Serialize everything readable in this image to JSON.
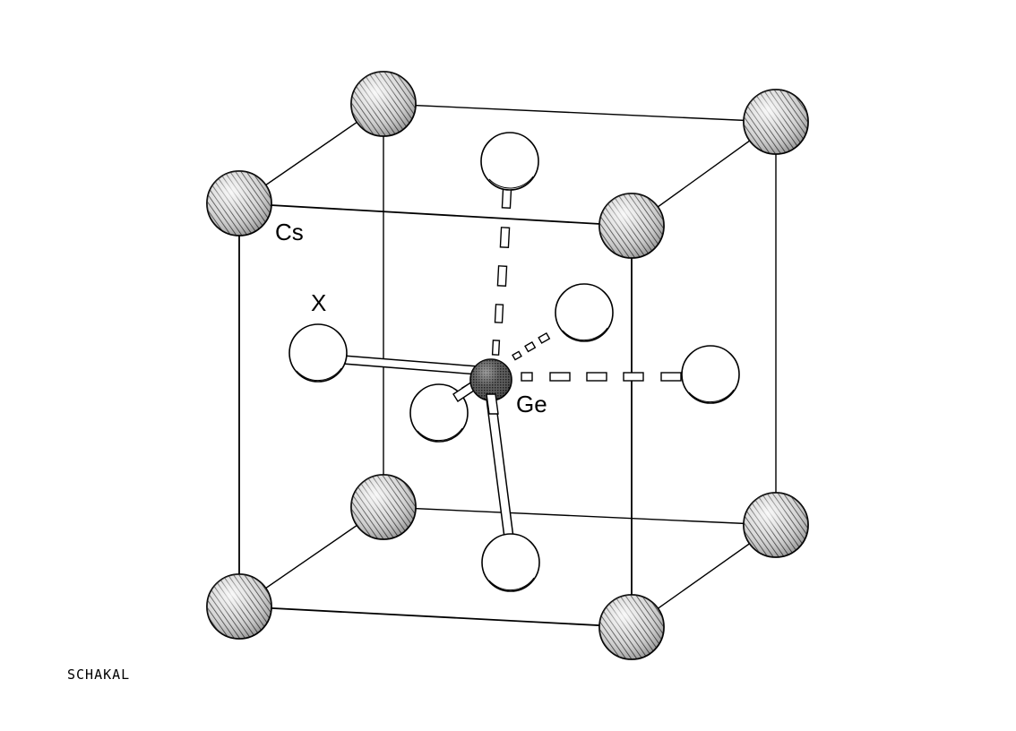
{
  "labels": {
    "cs": "Cs",
    "x": "X",
    "ge": "Ge",
    "program": "SCHAKAL"
  },
  "colors": {
    "line": "#000000",
    "cs_atom": "#8a8a8a",
    "halide_atom": "#ffffff",
    "ge_atom": "#333333",
    "background": "#ffffff"
  }
}
